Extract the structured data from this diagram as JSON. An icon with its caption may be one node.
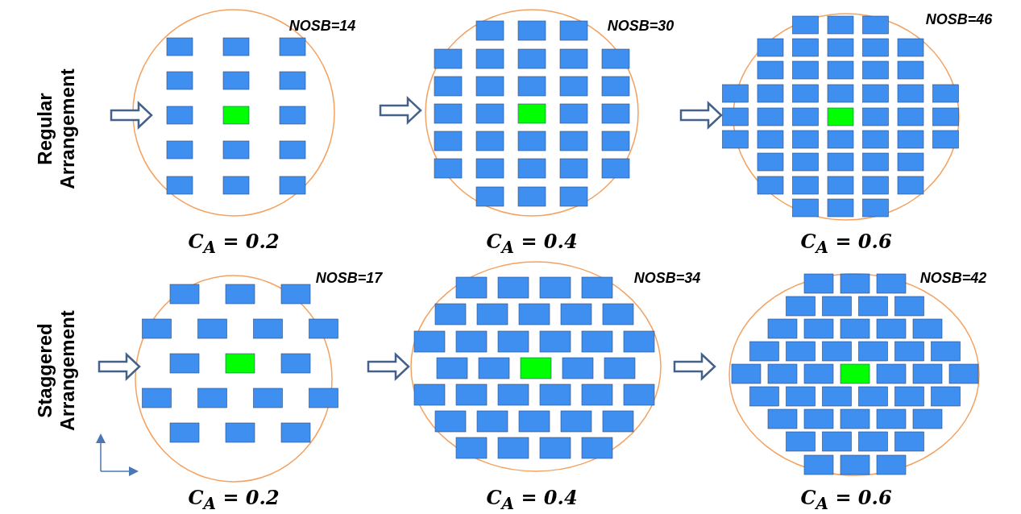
{
  "diagram": {
    "labels": [
      "Regular Arrangement",
      "NOSB=14",
      "NOSB=30",
      "NOSB=46",
      "C$_{A}$ = 0.2",
      "C$_{A}$ = 0.4",
      "C$_{A}$ = 0.6",
      "Staggered Arrangement",
      "NOSB=17",
      "NOSB=34",
      "NOSB=42",
      "C$_{A}$ = 0.2",
      "C$_{A}$ = 0.4",
      "C$_{A}$ = 0.6"
    ]
  }
}
